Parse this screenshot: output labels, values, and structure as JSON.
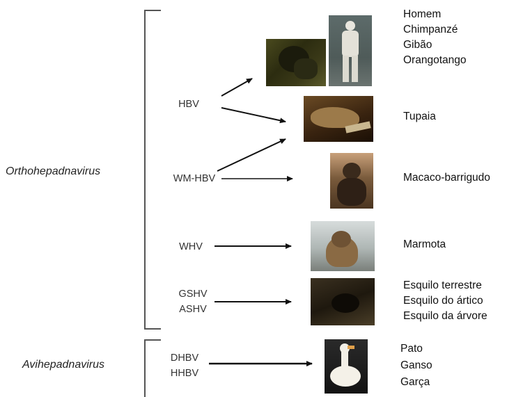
{
  "genera": {
    "ortho": "Orthohepadnavirus",
    "avi": "Avihepadnavirus"
  },
  "viruses": {
    "hbv": "HBV",
    "wmhbv": "WM-HBV",
    "whv": "WHV",
    "gshv": "GSHV",
    "ashv": "ASHV",
    "dhbv": "DHBV",
    "hhbv": "HHBV"
  },
  "hosts": {
    "primates": [
      "Homem",
      "Chimpanzé",
      "Gibão",
      "Orangotango"
    ],
    "tupaia": "Tupaia",
    "woolly_monkey": "Macaco-barrigudo",
    "woodchuck": "Marmota",
    "squirrels": [
      "Esquilo terrestre",
      "Esquilo do ártico",
      "Esquilo da árvore"
    ],
    "birds": [
      "Pato",
      "Ganso",
      "Garça"
    ]
  },
  "photos": {
    "gorilla": "gorilla-photo",
    "statue": "statue-photo",
    "tupaia": "tupaia-photo",
    "monkey": "woolly-monkey-photo",
    "woodchuck": "woodchuck-photo",
    "squirrel": "squirrel-photo",
    "duck": "duck-photo"
  }
}
